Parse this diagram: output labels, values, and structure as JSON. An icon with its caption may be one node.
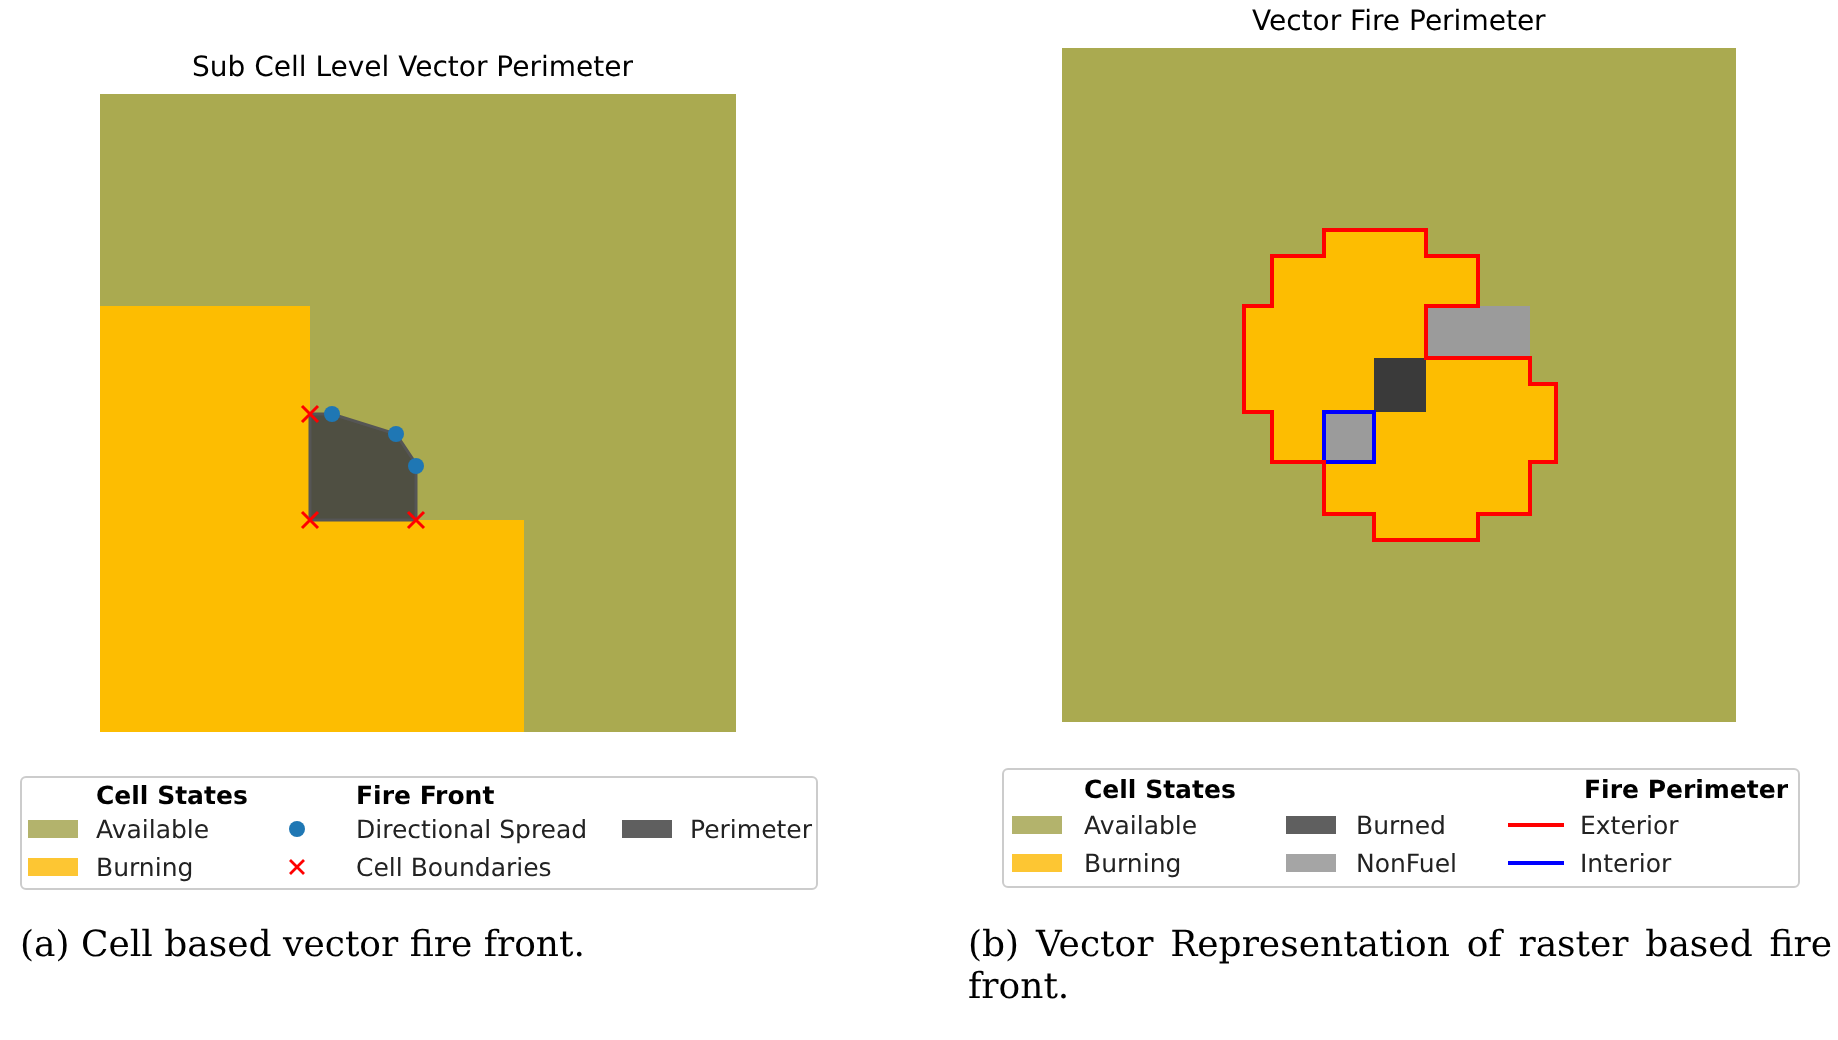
{
  "diagram": {
    "labels": [
      "Sub Cell Level Vector Perimeter",
      "Cell States",
      "Fire Front",
      "(a) Cell based vector fire front.",
      "Vector Fire Perimeter",
      "Cell States",
      "Fire Perimeter",
      "(b) Vector Representation of raster based fire front."
    ],
    "legend": [
      {
        "text": "Available",
        "color": "#b3b36c"
      },
      {
        "text": "Burning",
        "color": "#fdc633"
      },
      {
        "text": "Directional Spread"
      },
      {
        "text": "Cell Boundaries"
      },
      {
        "text": "Perimeter",
        "color": "#5f5f5f"
      },
      {
        "text": "Available",
        "color": "#b3b36c"
      },
      {
        "text": "Burning",
        "color": "#fdc633"
      },
      {
        "text": "Burned",
        "color": "#5f5f5f"
      },
      {
        "text": "NonFuel",
        "color": "#a5a5a5"
      },
      {
        "text": "Exterior"
      },
      {
        "text": "Interior"
      }
    ]
  }
}
